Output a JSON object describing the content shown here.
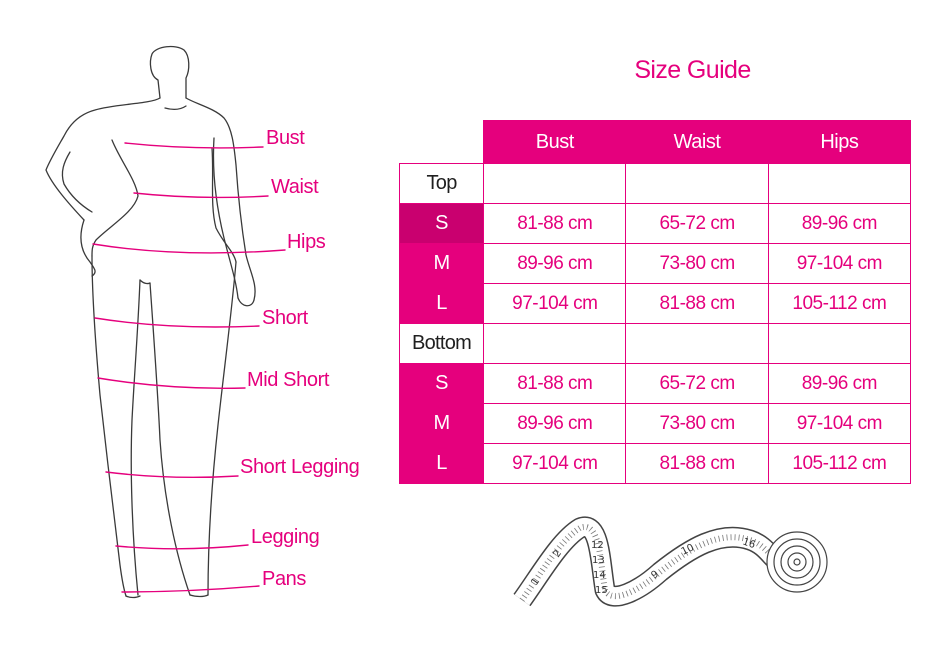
{
  "title": "Size Guide",
  "colors": {
    "accent": "#e5007d",
    "accent_dark": "#c9006f",
    "outline": "#3a3a3a",
    "ink": "#1f1f1f"
  },
  "figure": {
    "labels": {
      "bust": "Bust",
      "waist": "Waist",
      "hips": "Hips",
      "short": "Short",
      "mid_short": "Mid Short",
      "short_legging": "Short Legging",
      "legging": "Legging",
      "pans": "Pans"
    }
  },
  "table": {
    "columns": [
      "Bust",
      "Waist",
      "Hips"
    ],
    "groups": [
      {
        "name": "Top",
        "rows": [
          {
            "size": "S",
            "values": [
              "81-88 cm",
              "65-72 cm",
              "89-96 cm"
            ]
          },
          {
            "size": "M",
            "values": [
              "89-96 cm",
              "73-80 cm",
              "97-104 cm"
            ]
          },
          {
            "size": "L",
            "values": [
              "97-104 cm",
              "81-88 cm",
              "105-112 cm"
            ]
          }
        ]
      },
      {
        "name": "Bottom",
        "rows": [
          {
            "size": "S",
            "values": [
              "81-88 cm",
              "65-72 cm",
              "89-96 cm"
            ]
          },
          {
            "size": "M",
            "values": [
              "89-96 cm",
              "73-80 cm",
              "97-104 cm"
            ]
          },
          {
            "size": "L",
            "values": [
              "97-104 cm",
              "81-88 cm",
              "105-112 cm"
            ]
          }
        ]
      }
    ]
  },
  "tape": {
    "numbers": [
      "1",
      "2",
      "12",
      "13",
      "14",
      "15",
      "9",
      "10",
      "16"
    ]
  }
}
